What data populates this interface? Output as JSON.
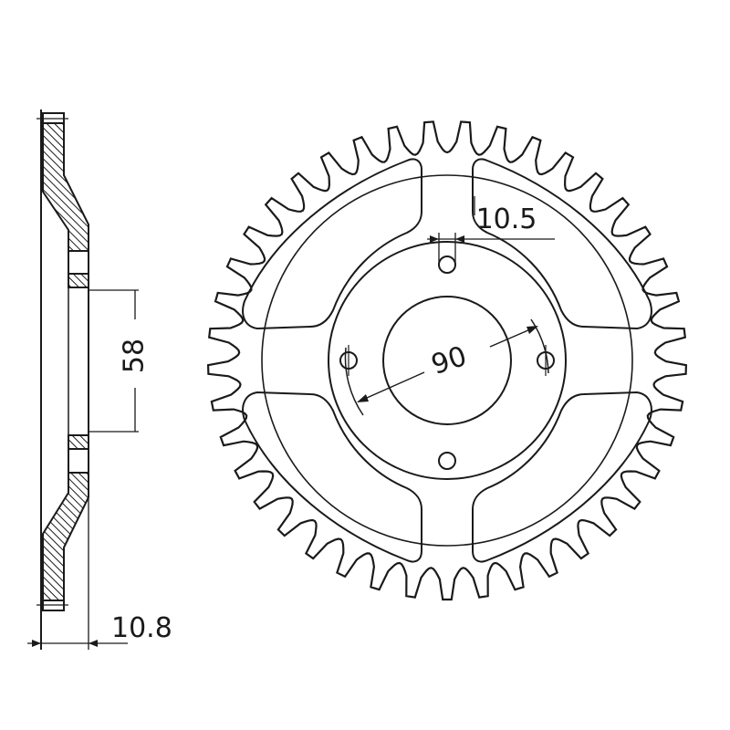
{
  "diagram": {
    "teeth": 41,
    "line_color": "#1a1a1a",
    "background": "#ffffff",
    "dimensions": {
      "offset": "10.8",
      "hub_bore": "58",
      "bolt_circle": "90",
      "bolt_hole": "10.5"
    }
  }
}
